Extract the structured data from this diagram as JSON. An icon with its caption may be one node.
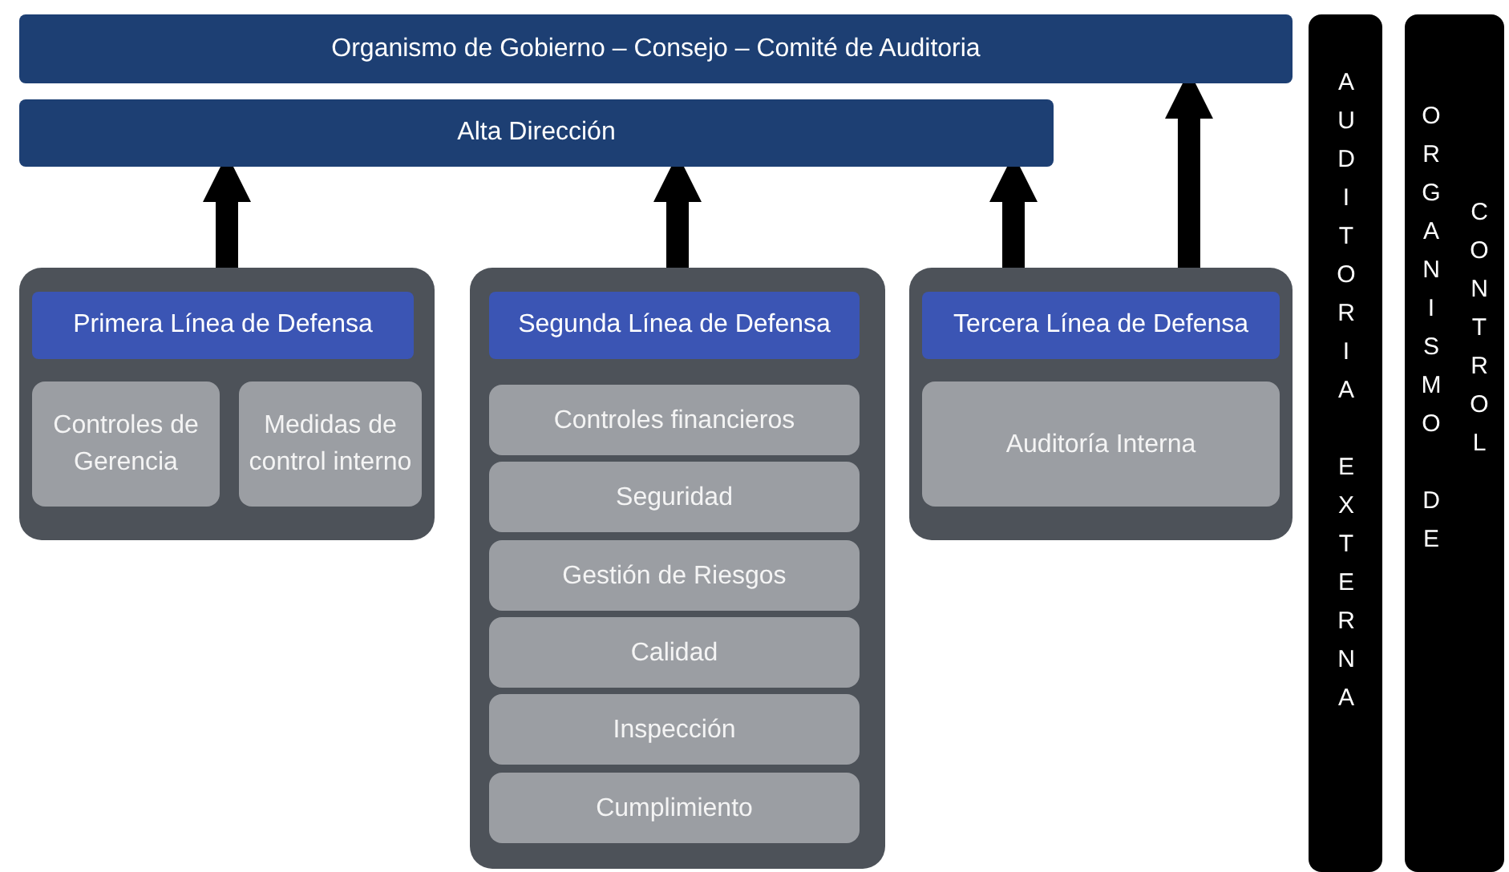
{
  "diagram": {
    "nodes": [
      {
        "text": [
          "Organismo de Gobierno – Consejo – Comité de Auditoria"
        ]
      },
      {
        "text": [
          "Alta Dirección"
        ]
      },
      {
        "text": [
          "Primera Línea de Defensa"
        ]
      },
      {
        "text": [
          "Controles de Gerencia"
        ],
        "in": 2
      },
      {
        "text": [
          "Medidas de control interno"
        ],
        "in": 2
      },
      {
        "text": [
          "Segunda Línea de Defensa"
        ]
      },
      {
        "text": [
          "Controles financieros"
        ],
        "in": 5
      },
      {
        "text": [
          "Seguridad"
        ],
        "in": 5
      },
      {
        "text": [
          "Gestión de Riesgos"
        ],
        "in": 5
      },
      {
        "text": [
          "Calidad"
        ],
        "in": 5
      },
      {
        "text": [
          "Inspección"
        ],
        "in": 5
      },
      {
        "text": [
          "Cumplimiento"
        ],
        "in": 5
      },
      {
        "text": [
          "Tercera Línea de Defensa"
        ]
      },
      {
        "text": [
          "Auditoría Interna"
        ],
        "in": 12
      },
      {
        "text": [
          "AUDITORIA EXTERNA"
        ]
      },
      {
        "text": [
          "ORGANISMO DE CONTROL"
        ]
      }
    ],
    "edges": [
      {
        "from": 2,
        "to": 1,
        "arrow": "to"
      },
      {
        "from": 5,
        "to": 1,
        "arrow": "to"
      },
      {
        "from": 12,
        "to": 1,
        "arrow": "to"
      },
      {
        "from": 12,
        "to": 0,
        "arrow": "to"
      }
    ]
  }
}
